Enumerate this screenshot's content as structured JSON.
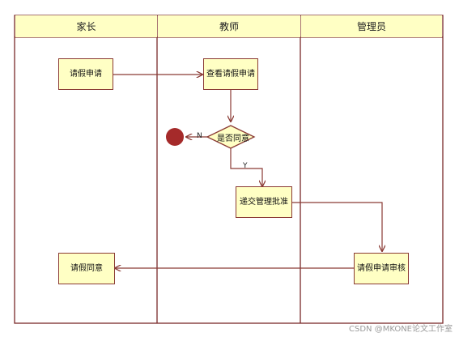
{
  "lanes": [
    {
      "title": "家长"
    },
    {
      "title": "教师"
    },
    {
      "title": "管理员"
    }
  ],
  "nodes": {
    "parent_request": "请假申请",
    "teacher_view": "查看请假申请",
    "decision": "是否同意",
    "submit_admin": "递交管理批准",
    "admin_review": "请假申请审核",
    "parent_agree": "请假同意"
  },
  "edges": {
    "no_label": "N",
    "yes_label": "Y"
  },
  "colors": {
    "fill": "#ffffc4",
    "border": "#8a3a34",
    "end_node": "#a52a2a"
  },
  "watermark": "CSDN @MKONE论文工作室"
}
